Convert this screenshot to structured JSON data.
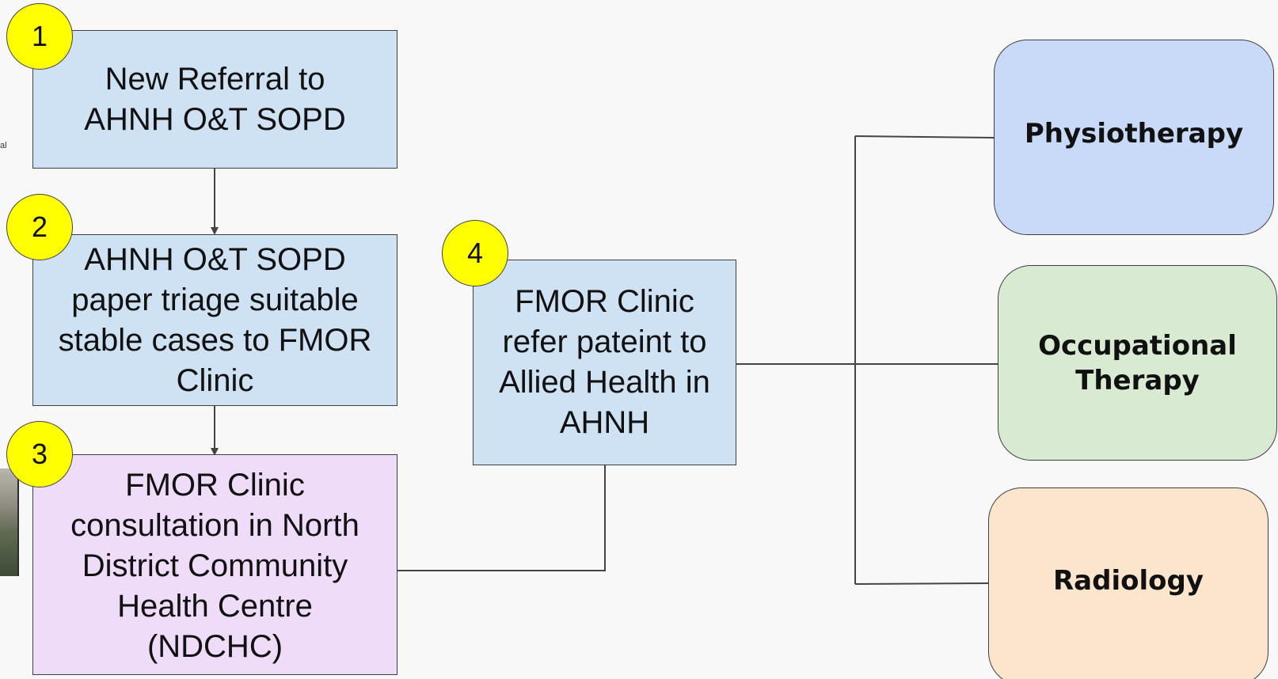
{
  "steps": [
    {
      "number": "1",
      "label": "New Referral to\nAHNH O&T SOPD"
    },
    {
      "number": "2",
      "label": "AHNH O&T SOPD\npaper triage suitable\nstable cases to FMOR\nClinic"
    },
    {
      "number": "3",
      "label": "FMOR Clinic\nconsultation in North\nDistrict Community\nHealth Centre\n(NDCHC)"
    },
    {
      "number": "4",
      "label": "FMOR Clinic\nrefer pateint to\nAllied Health in\nAHNH"
    }
  ],
  "allied_health": [
    {
      "label": "Physiotherapy"
    },
    {
      "label": "Occupational\nTherapy"
    },
    {
      "label": "Radiology"
    }
  ],
  "edge_fragment_text": "al",
  "colors": {
    "step_blue": "#cfe2f3",
    "step_purple": "#eedcf8",
    "badge_yellow": "#ffff00",
    "physio_blue": "#c9daf8",
    "occupational_green": "#d9ead3",
    "radiology_orange": "#fce5cd"
  }
}
